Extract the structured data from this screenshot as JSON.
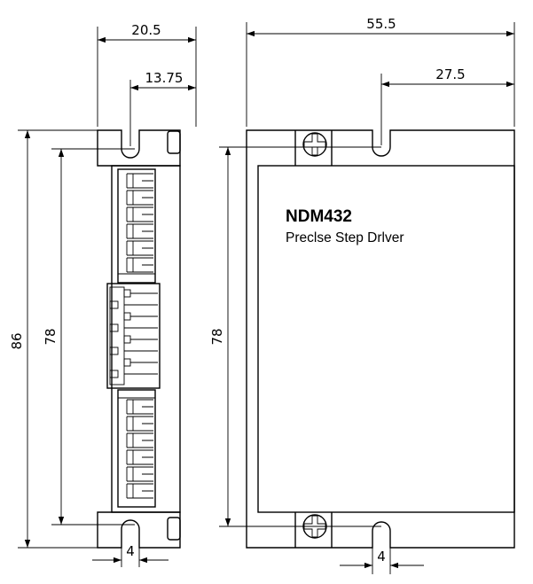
{
  "product": {
    "model": "NDM432",
    "description": "Preclse Step Drlver"
  },
  "side_view": {
    "dim_width": "20.5",
    "dim_offset": "13.75",
    "dim_height_total": "86",
    "dim_hole_spacing": "78",
    "dim_slot_width": "4"
  },
  "front_view": {
    "dim_width": "55.5",
    "dim_offset": "27.5",
    "dim_hole_spacing": "78",
    "dim_slot_width": "4"
  }
}
